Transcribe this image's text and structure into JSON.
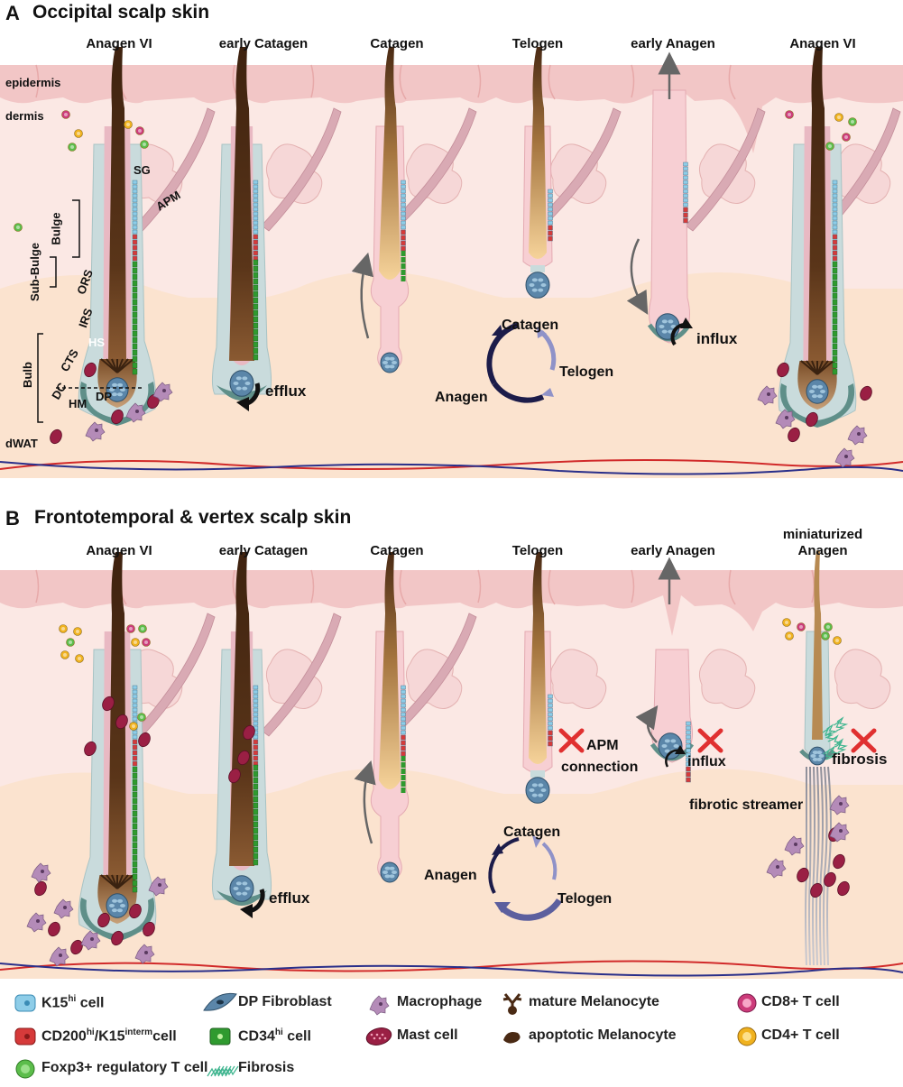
{
  "panel_a": {
    "letter": "A",
    "title": "Occipital scalp skin",
    "stages": [
      "Anagen VI",
      "early Catagen",
      "Catagen",
      "Telogen",
      "early Anagen",
      "Anagen VI"
    ],
    "layer_labels": {
      "epidermis": "epidermis",
      "dermis": "dermis",
      "dwat": "dWAT"
    },
    "structure_labels": {
      "sg": "SG",
      "apm": "APM",
      "bulge": "Bulge",
      "sub_bulge": "Sub-Bulge",
      "ors": "ORS",
      "irs": "IRS",
      "hs": "HS",
      "cts": "CTS",
      "bulb": "Bulb",
      "dc": "DC",
      "hm": "HM",
      "dp": "DP"
    },
    "efflux": "efflux",
    "influx": "influx",
    "cycle": {
      "catagen": "Catagen",
      "telogen": "Telogen",
      "anagen": "Anagen"
    }
  },
  "panel_b": {
    "letter": "B",
    "title": "Frontotemporal & vertex scalp skin",
    "stages": [
      "Anagen VI",
      "early Catagen",
      "Catagen",
      "Telogen",
      "early Anagen"
    ],
    "stage_miniaturized": [
      "miniaturized",
      "Anagen"
    ],
    "efflux": "efflux",
    "influx": "influx",
    "apm_connection": [
      "APM",
      "connection"
    ],
    "fibrosis": "fibrosis",
    "fibrotic_streamer": "fibrotic streamer",
    "cycle": {
      "catagen": "Catagen",
      "telogen": "Telogen",
      "anagen": "Anagen"
    }
  },
  "legend": {
    "k15": {
      "main": "K15",
      "sup": "hi",
      "rest": " cell"
    },
    "cd200": {
      "main": "CD200",
      "sup": "hi",
      "mid": "/K15",
      "sup2": "interm",
      "rest": "cell"
    },
    "foxp3": "Foxp3+ regulatory T cell",
    "dp_fibroblast": "DP Fibroblast",
    "cd34": {
      "main": "CD34",
      "sup": "hi",
      "rest": " cell"
    },
    "fibrosis": "Fibrosis",
    "macrophage": "Macrophage",
    "mast_cell": "Mast cell",
    "mature_melanocyte": "mature Melanocyte",
    "apoptotic_melanocyte": "apoptotic Melanocyte",
    "cd8": "CD8+ T cell",
    "cd4": "CD4+ T cell"
  },
  "colors": {
    "epidermis": "#f2c6c6",
    "dermis": "#fbe8e4",
    "dwat": "#fbe3cf",
    "hair": "#4a2a14",
    "ors": "#c9dbdc",
    "irs": "#e9b9c3",
    "dp": "#5b86a9",
    "cts": "#5f8f89",
    "k15": "#8ecde8",
    "cd200": "#d63a3a",
    "cd34": "#2f9a2f",
    "cd8": "#cc3b7a",
    "cd4": "#f0b21f",
    "foxp3": "#5cbd4b",
    "macrophage": "#b48bb8",
    "mast": "#9a1f44",
    "vessel_red": "#d12a2a",
    "vessel_blue": "#2a2f8a",
    "cycle_dark": "#1c1c4a",
    "cycle_light": "#8f92c8",
    "x_red": "#e03030"
  }
}
